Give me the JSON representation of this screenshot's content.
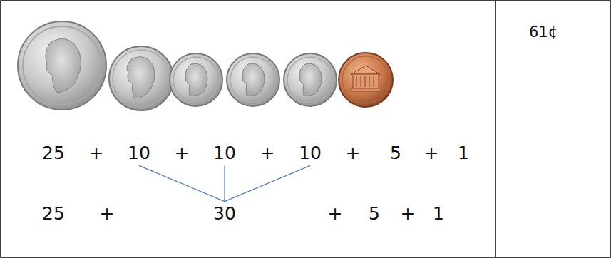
{
  "diagram": {
    "nodes": [
      {
        "text": [
          "10"
        ]
      },
      {
        "text": [
          "10"
        ]
      },
      {
        "text": [
          "10"
        ]
      },
      {
        "text": [
          "30"
        ]
      }
    ],
    "edges": [
      {
        "from": 0,
        "to": 3,
        "arrow": "none"
      },
      {
        "from": 1,
        "to": 3,
        "arrow": "none"
      },
      {
        "from": 2,
        "to": 3,
        "arrow": "none"
      }
    ],
    "labels": [
      "61¢",
      "25",
      "+",
      "+",
      "+",
      "+",
      "5",
      "+",
      "1",
      "25",
      "+",
      "+",
      "5",
      "+",
      "1"
    ]
  }
}
